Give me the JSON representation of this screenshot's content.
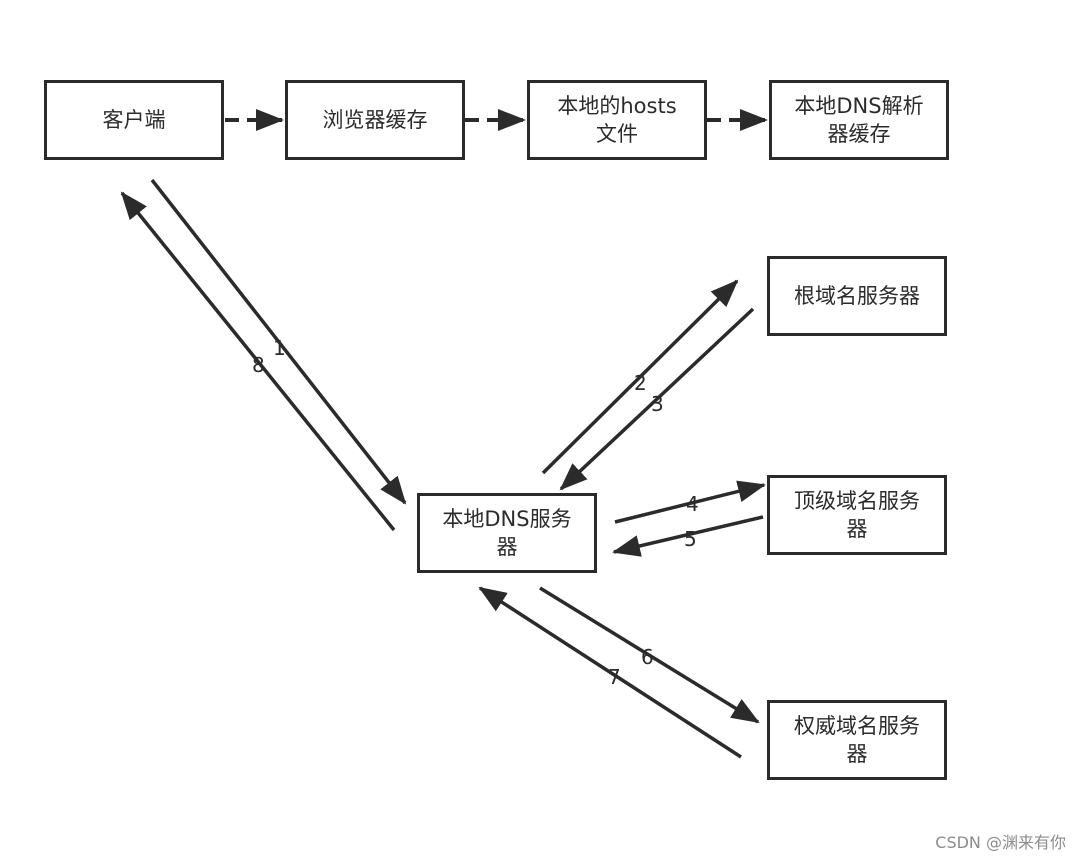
{
  "nodes": {
    "client": "客户端",
    "browser_cache": "浏览器缓存",
    "hosts_file": "本地的hosts文件",
    "local_resolver_cache": "本地DNS解析器缓存",
    "root_server": "根域名服务器",
    "local_dns_server": "本地DNS服务器",
    "tld_server": "顶级域名服务器",
    "authoritative_server": "权威域名服务器"
  },
  "steps": [
    "1",
    "2",
    "3",
    "4",
    "5",
    "6",
    "7",
    "8"
  ],
  "watermark": "CSDN @渊来有你",
  "colors": {
    "stroke": "#2b2b2b",
    "background": "#ffffff",
    "watermark": "#8c8c8c"
  }
}
